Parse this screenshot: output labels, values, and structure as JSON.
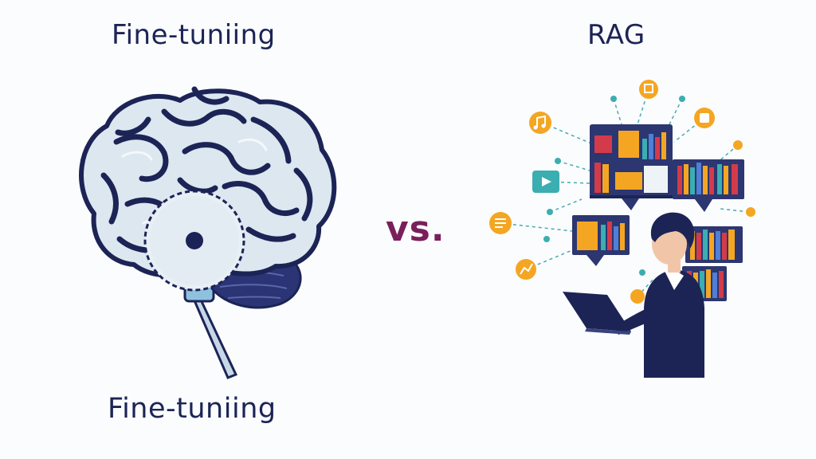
{
  "left": {
    "title": "Fine-tuniing",
    "caption": "Fine-tuniing"
  },
  "center": {
    "vs": "vs."
  },
  "right": {
    "title": "RAG"
  },
  "colors": {
    "navy": "#1c2456",
    "brain_fill": "#dde7f0",
    "vs": "#7a1f5c",
    "accent_orange": "#f5a623",
    "teal_dot": "#3aaeb0"
  },
  "icons": [
    "brain-icon",
    "gear-icon",
    "bookshelf-icon",
    "person-icon",
    "laptop-icon",
    "music-icon",
    "video-icon",
    "document-icon",
    "chart-icon",
    "light-icon"
  ]
}
